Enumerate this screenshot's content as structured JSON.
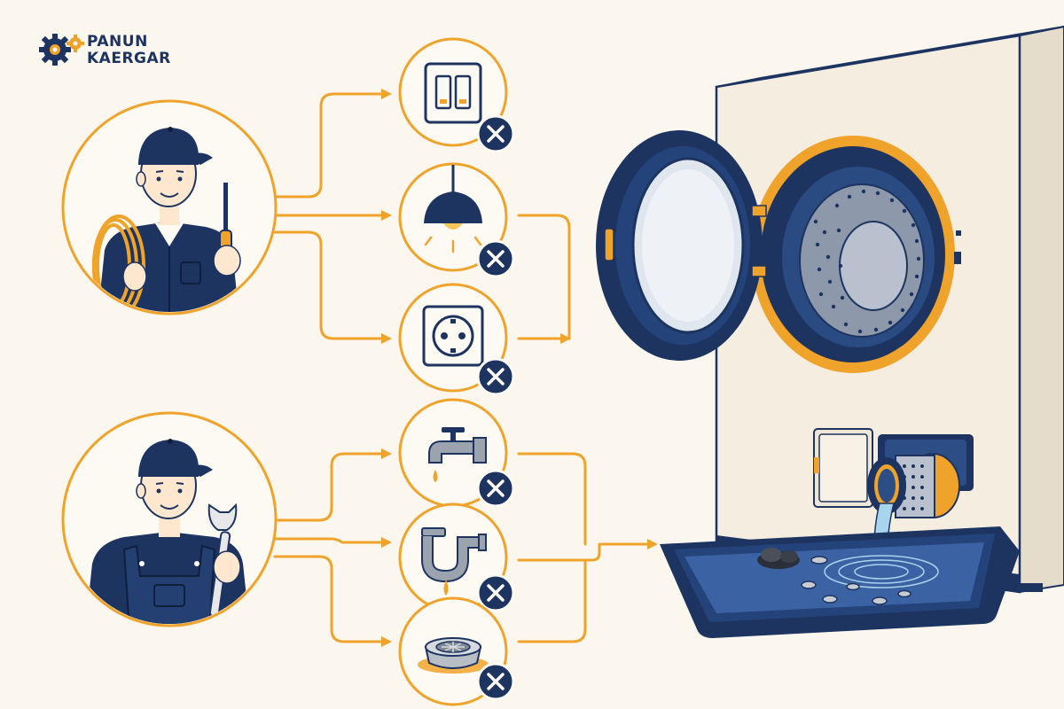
{
  "brand": {
    "line1": "PANUN",
    "line2": "KAERGAR"
  },
  "colors": {
    "navy": "#1d3461",
    "orange": "#f0a32a",
    "cream": "#fbf7ee",
    "machine": "#f4ede0"
  },
  "technicians": [
    {
      "role": "electrician",
      "tools": [
        "cable-coil-icon",
        "screwdriver-icon"
      ]
    },
    {
      "role": "plumber",
      "tools": [
        "wrench-icon"
      ]
    }
  ],
  "electrical_checks": [
    {
      "icon": "light-switch-icon",
      "status": "ruled-out"
    },
    {
      "icon": "pendant-lamp-icon",
      "status": "ruled-out"
    },
    {
      "icon": "wall-socket-icon",
      "status": "ruled-out"
    }
  ],
  "plumbing_checks": [
    {
      "icon": "leaking-faucet-icon",
      "status": "ruled-out"
    },
    {
      "icon": "leaking-pipe-icon",
      "status": "ruled-out"
    },
    {
      "icon": "floor-drain-icon",
      "status": "ruled-out"
    }
  ],
  "machine": {
    "icon": "front-load-washing-machine-icon",
    "detail": "drain-pump-filter-icon"
  }
}
